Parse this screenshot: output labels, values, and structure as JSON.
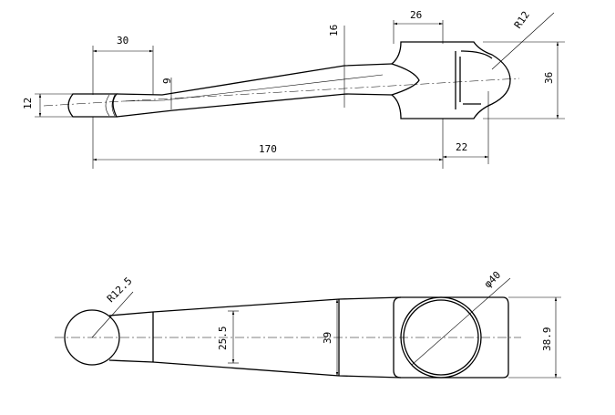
{
  "top_view": {
    "dimensions": {
      "dim_30": "30",
      "dim_9": "9",
      "dim_16": "16",
      "dim_26": "26",
      "dim_r12": "R12",
      "dim_36": "36",
      "dim_12": "12",
      "dim_170": "170",
      "dim_22": "22"
    }
  },
  "bottom_view": {
    "dimensions": {
      "dim_r12_5": "R12.5",
      "dim_25_5": "25.5",
      "dim_39": "39",
      "dim_phi40": "φ40",
      "dim_38_9": "38.9"
    }
  }
}
